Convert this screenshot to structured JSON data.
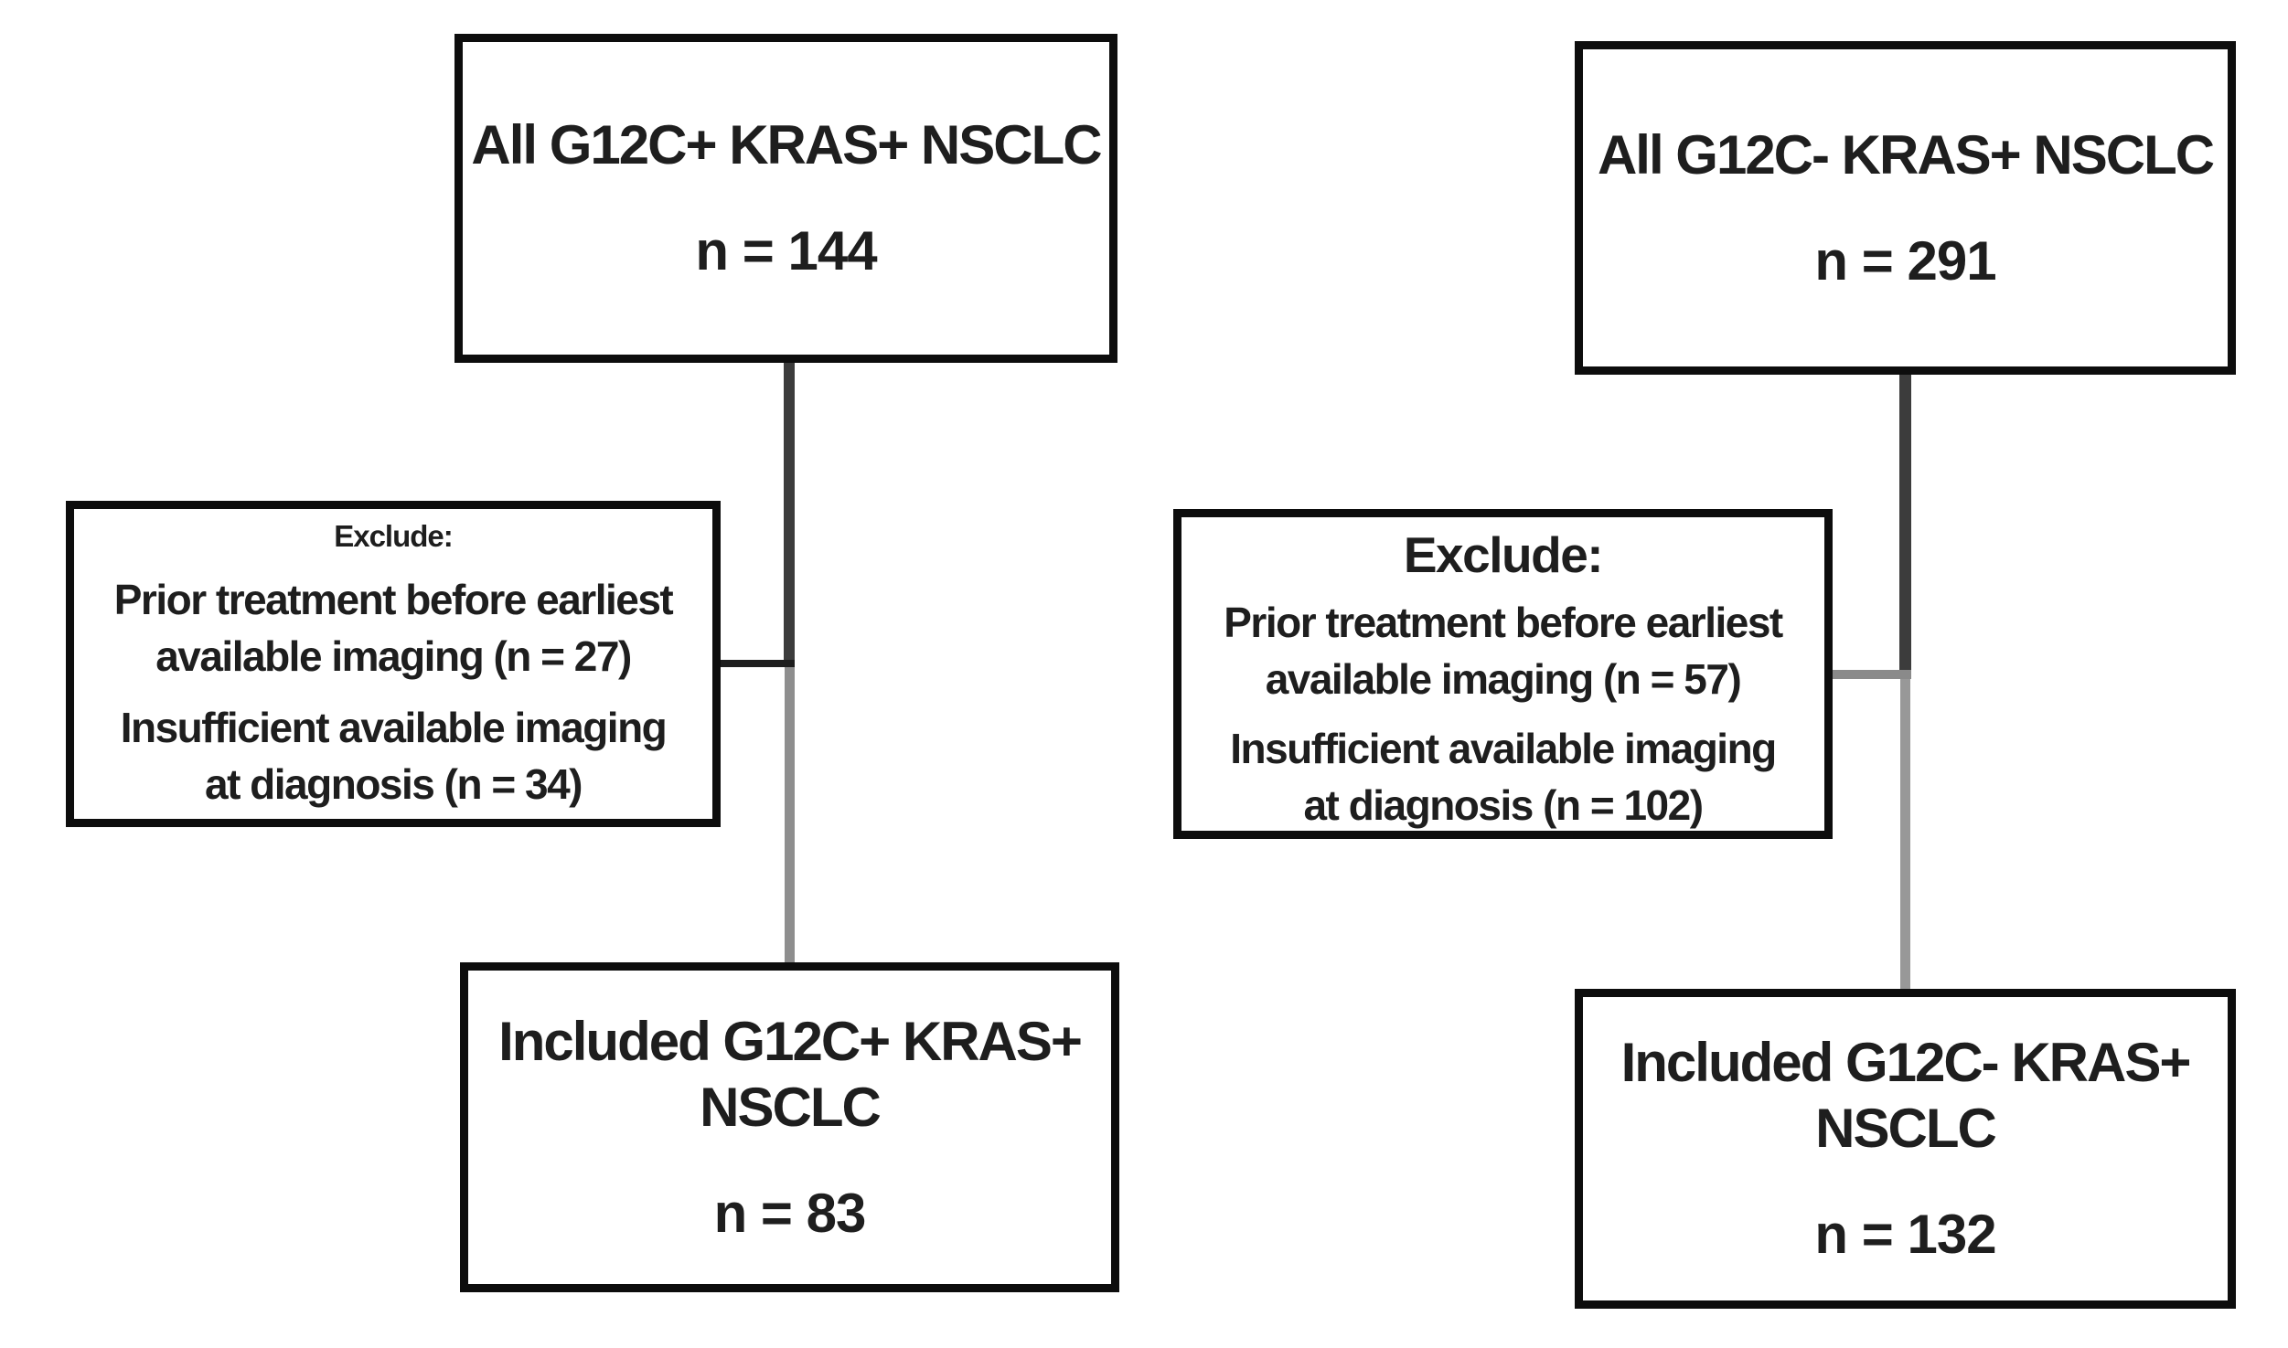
{
  "flows": {
    "g12c_positive": {
      "all_box": {
        "title": "All G12C+ KRAS+ NSCLC",
        "n": "n = 144"
      },
      "exclude_box": {
        "header": "Exclude:",
        "item1_line1": "Prior treatment before earliest",
        "item1_line2": "available imaging (n = 27)",
        "item2_line1": "Insufficient available imaging",
        "item2_line2": "at diagnosis (n = 34)"
      },
      "included_box": {
        "title_line1": "Included G12C+ KRAS+",
        "title_line2": "NSCLC",
        "n": "n = 83"
      }
    },
    "g12c_negative": {
      "all_box": {
        "title": "All G12C- KRAS+ NSCLC",
        "n": "n = 291"
      },
      "exclude_box": {
        "header": "Exclude:",
        "item1_line1": "Prior treatment before earliest",
        "item1_line2": "available imaging (n = 57)",
        "item2_line1": "Insufficient available imaging",
        "item2_line2": "at diagnosis (n = 102)"
      },
      "included_box": {
        "title_line1": "Included G12C- KRAS+",
        "title_line2": "NSCLC",
        "n": "n = 132"
      }
    }
  },
  "colors": {
    "background": "#ffffff",
    "box_border": "#0d0d0d",
    "text": "#1e1e1e",
    "connector_dark": "#3c3c3c",
    "connector_light_left": "#8e8e8e",
    "connector_light_right": "#989898",
    "connector_horizontal_left": "#1e1e1e",
    "connector_horizontal_right": "#8a8a8a"
  }
}
